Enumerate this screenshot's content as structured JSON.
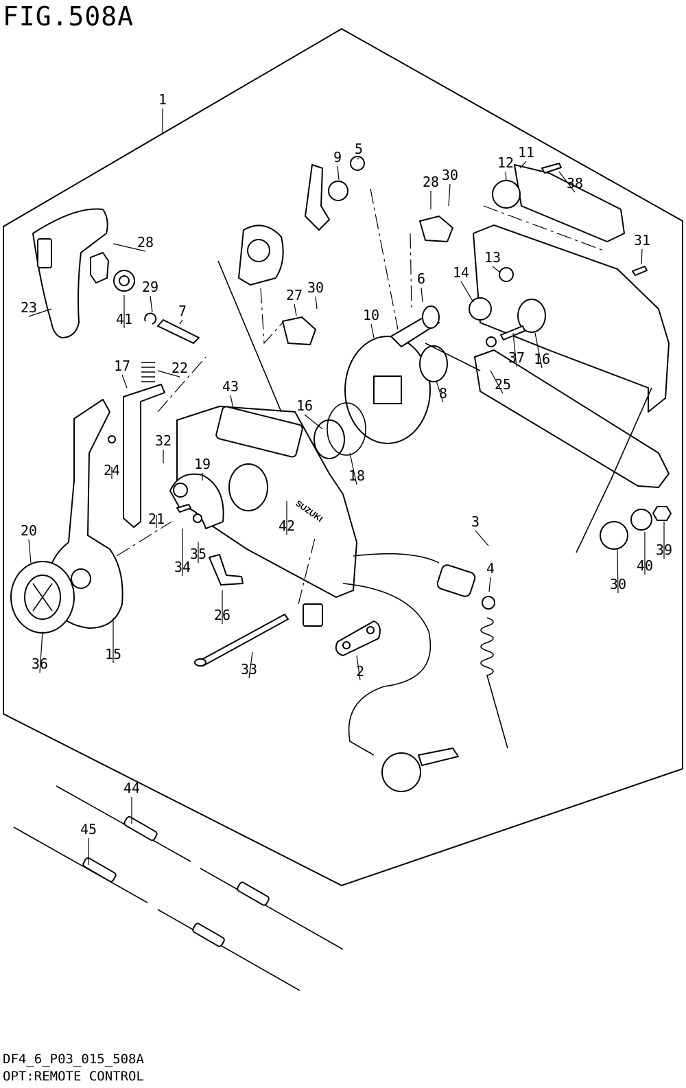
{
  "figure": {
    "title": "FIG.508A",
    "code": "DF4_6_P03_015_508A",
    "caption": "OPT:REMOTE CONTROL"
  },
  "callouts": [
    "1",
    "2",
    "3",
    "4",
    "5",
    "6",
    "7",
    "8",
    "9",
    "10",
    "11",
    "12",
    "13",
    "14",
    "15",
    "16",
    "16",
    "17",
    "18",
    "19",
    "20",
    "21",
    "22",
    "23",
    "24",
    "25",
    "26",
    "27",
    "28",
    "28",
    "29",
    "30",
    "30",
    "30",
    "31",
    "32",
    "33",
    "34",
    "35",
    "36",
    "37",
    "38",
    "39",
    "40",
    "41",
    "42",
    "43",
    "44",
    "45",
    "45"
  ],
  "brand_mark": "SUZUKI"
}
